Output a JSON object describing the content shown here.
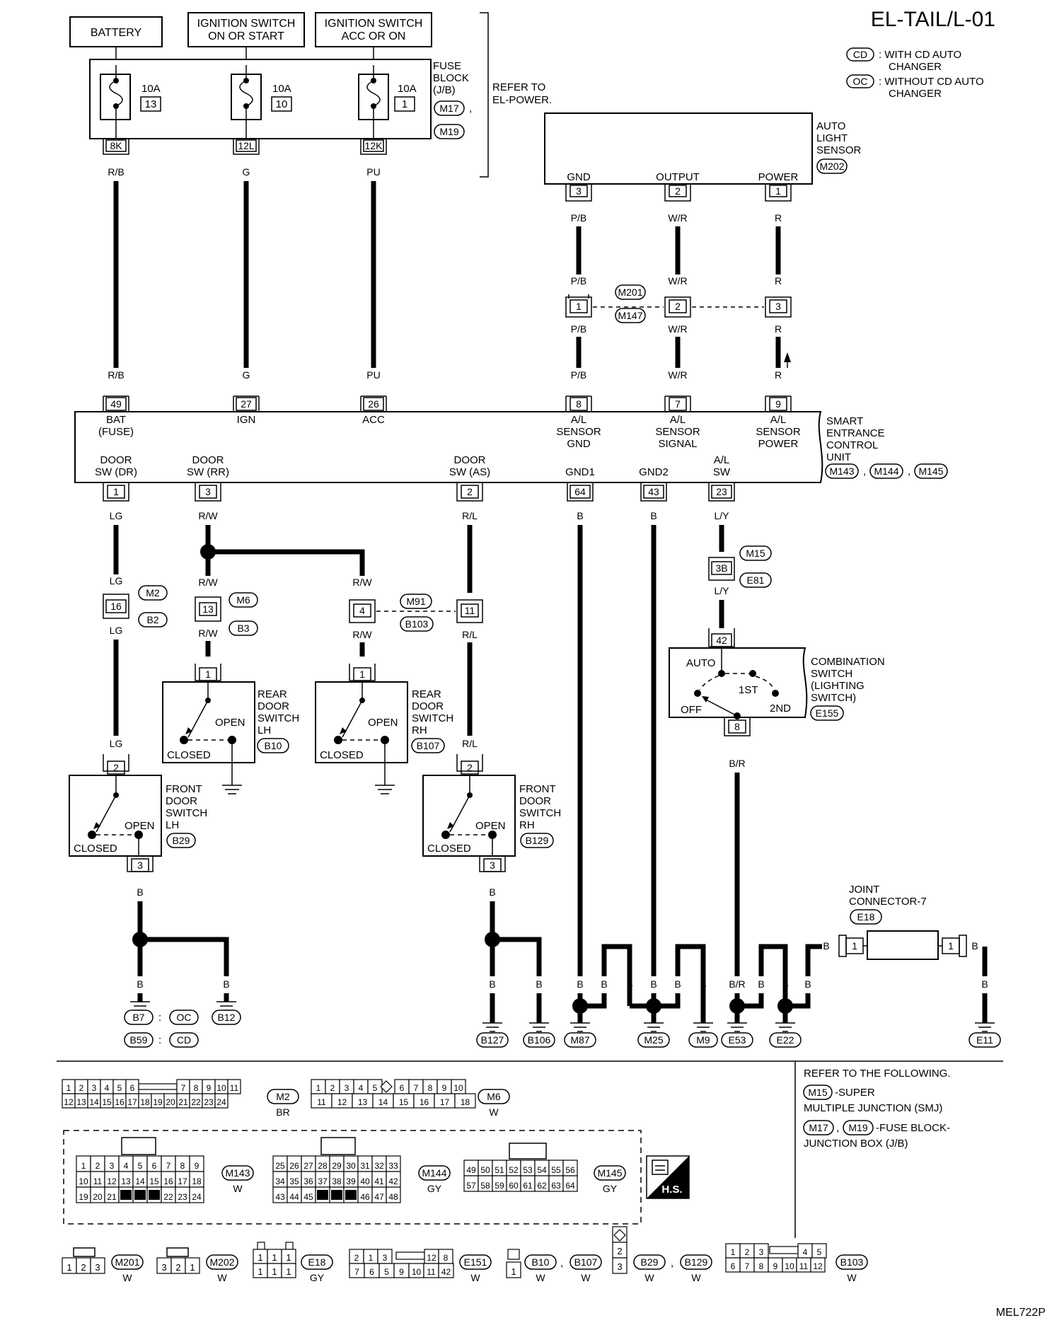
{
  "title": "EL-TAIL/L-01",
  "footer_code": "MEL722P",
  "legend": [
    {
      "code": "CD",
      "text1": ": WITH CD AUTO",
      "text2": "CHANGER"
    },
    {
      "code": "OC",
      "text1": ": WITHOUT CD AUTO",
      "text2": "CHANGER"
    }
  ],
  "power": {
    "battery": "BATTERY",
    "ign1": "IGNITION SWITCH",
    "ign2": "ON OR START",
    "acc1": "IGNITION SWITCH",
    "acc2": "ACC OR ON"
  },
  "fuse_block": {
    "l1": "FUSE",
    "l2": "BLOCK",
    "l3": "(J/B)",
    "conn1": "M17",
    "conn2": "M19",
    "refer1": "REFER TO",
    "refer2": "EL-POWER.",
    "fuses": [
      {
        "amp": "10A",
        "num": "13",
        "term": "8K",
        "wire": "R/B"
      },
      {
        "amp": "10A",
        "num": "10",
        "term": "12L",
        "wire": "G"
      },
      {
        "amp": "10A",
        "num": "1",
        "term": "12K",
        "wire": "PU"
      }
    ]
  },
  "auto_light_sensor": {
    "l1": "AUTO",
    "l2": "LIGHT",
    "l3": "SENSOR",
    "conn": "M202",
    "pins": [
      {
        "label": "GND",
        "num": "3",
        "wire": "P/B"
      },
      {
        "label": "OUTPUT",
        "num": "2",
        "wire": "W/R"
      },
      {
        "label": "POWER",
        "num": "1",
        "wire": "R"
      }
    ]
  },
  "mid_connector": {
    "c1": "M201",
    "c2": "M147",
    "pins": [
      {
        "num": "1",
        "wire": "P/B"
      },
      {
        "num": "2",
        "wire": "W/R"
      },
      {
        "num": "3",
        "wire": "R"
      }
    ]
  },
  "secu": {
    "l1": "SMART",
    "l2": "ENTRANCE",
    "l3": "CONTROL",
    "l4": "UNIT",
    "conn1": "M143",
    "conn2": "M144",
    "conn3": "M145",
    "top_pins": [
      {
        "num": "49",
        "wire": "R/B",
        "l1": "BAT",
        "l2": "(FUSE)",
        "l3": ""
      },
      {
        "num": "27",
        "wire": "G",
        "l1": "IGN",
        "l2": "",
        "l3": ""
      },
      {
        "num": "26",
        "wire": "PU",
        "l1": "ACC",
        "l2": "",
        "l3": ""
      },
      {
        "num": "8",
        "wire": "P/B",
        "l1": "A/L",
        "l2": "SENSOR",
        "l3": "GND"
      },
      {
        "num": "7",
        "wire": "W/R",
        "l1": "A/L",
        "l2": "SENSOR",
        "l3": "SIGNAL"
      },
      {
        "num": "9",
        "wire": "R",
        "l1": "A/L",
        "l2": "SENSOR",
        "l3": "POWER"
      }
    ],
    "bottom_pins": [
      {
        "num": "1",
        "wire": "LG",
        "l1": "DOOR",
        "l2": "SW (DR)"
      },
      {
        "num": "3",
        "wire": "R/W",
        "l1": "DOOR",
        "l2": "SW (RR)"
      },
      {
        "num": "2",
        "wire": "R/L",
        "l1": "DOOR",
        "l2": "SW (AS)"
      },
      {
        "num": "64",
        "wire": "B",
        "l1": "",
        "l2": "GND1"
      },
      {
        "num": "43",
        "wire": "B",
        "l1": "",
        "l2": "GND2"
      },
      {
        "num": "23",
        "wire": "L/Y",
        "l1": "A/L",
        "l2": "SW"
      }
    ]
  },
  "inline": {
    "m2": {
      "num": "16",
      "c1": "M2",
      "c2": "B2",
      "wire": "LG"
    },
    "m6": {
      "num": "13",
      "c1": "M6",
      "c2": "B3",
      "wire": "R/W"
    },
    "m91": {
      "num4": "4",
      "num11": "11",
      "c1": "M91",
      "c2": "B103",
      "wire_a": "R/W",
      "wire_b": "R/L"
    },
    "m15": {
      "num": "3B",
      "c1": "M15",
      "c2": "E81",
      "wire": "L/Y"
    }
  },
  "combo_switch": {
    "l1": "COMBINATION",
    "l2": "SWITCH",
    "l3": "(LIGHTING",
    "l4": "SWITCH)",
    "conn": "E155",
    "pin_top": "42",
    "pin_bottom": "8",
    "wire": "B/R",
    "auto": "AUTO",
    "first": "1ST",
    "off": "OFF",
    "second": "2ND"
  },
  "switches": [
    {
      "id": "rear-lh",
      "l1": "REAR",
      "l2": "DOOR",
      "l3": "SWITCH",
      "l4": "LH",
      "conn": "B10",
      "pin": "1",
      "open": "OPEN",
      "closed": "CLOSED"
    },
    {
      "id": "rear-rh",
      "l1": "REAR",
      "l2": "DOOR",
      "l3": "SWITCH",
      "l4": "RH",
      "conn": "B107",
      "pin": "1",
      "open": "OPEN",
      "closed": "CLOSED"
    },
    {
      "id": "front-lh",
      "l1": "FRONT",
      "l2": "DOOR",
      "l3": "SWITCH",
      "l4": "LH",
      "conn": "B29",
      "pin_top": "2",
      "pin_bottom": "3",
      "open": "OPEN",
      "closed": "CLOSED",
      "wire": "B"
    },
    {
      "id": "front-rh",
      "l1": "FRONT",
      "l2": "DOOR",
      "l3": "SWITCH",
      "l4": "RH",
      "conn": "B129",
      "pin_top": "2",
      "pin_bottom": "3",
      "open": "OPEN",
      "closed": "CLOSED",
      "wire": "B"
    }
  ],
  "joint": {
    "l1": "JOINT",
    "l2": "CONNECTOR-7",
    "conn": "E18",
    "pin_l": "1",
    "pin_r": "1",
    "wire": "B"
  },
  "grounds": {
    "b7": "B7",
    "oc": "OC",
    "b59": "B59",
    "cd": "CD",
    "b12": "B12",
    "b127": "B127",
    "b106": "B106",
    "m87": "M87",
    "m25": "M25",
    "m9": "M9",
    "e53": "E53",
    "e22": "E22",
    "e11": "E11",
    "w_b": "B",
    "w_br": "B/R",
    "colon": ":"
  },
  "refer_box": {
    "l1": "REFER TO THE FOLLOWING.",
    "c1": "M15",
    "t1": "-SUPER",
    "t2": "MULTIPLE JUNCTION (SMJ)",
    "c2": "M17",
    "c3": "M19",
    "t3": "-FUSE BLOCK-",
    "t4": "JUNCTION BOX (J/B)"
  },
  "connectors": {
    "m2": {
      "name": "M2",
      "color": "BR",
      "row1": [
        "1",
        "2",
        "3",
        "4",
        "5",
        "6",
        "",
        "7",
        "8",
        "9",
        "10",
        "11"
      ],
      "row2": [
        "12",
        "13",
        "14",
        "15",
        "16",
        "17",
        "18",
        "19",
        "20",
        "21",
        "22",
        "23",
        "24"
      ]
    },
    "m6": {
      "name": "M6",
      "color": "W",
      "row1": [
        "1",
        "2",
        "3",
        "4",
        "5",
        "",
        "6",
        "7",
        "8",
        "9",
        "10"
      ],
      "row2": [
        "11",
        "12",
        "13",
        "14",
        "15",
        "16",
        "17",
        "18"
      ]
    },
    "m143": {
      "name": "M143",
      "color": "W",
      "row1": [
        "1",
        "2",
        "3",
        "4",
        "5",
        "6",
        "7",
        "8",
        "9"
      ],
      "row2": [
        "10",
        "11",
        "12",
        "13",
        "14",
        "15",
        "16",
        "17",
        "18"
      ],
      "row3": [
        "19",
        "20",
        "21",
        "",
        "",
        "",
        "22",
        "23",
        "24"
      ]
    },
    "m144": {
      "name": "M144",
      "color": "GY",
      "row1": [
        "25",
        "26",
        "27",
        "28",
        "29",
        "30",
        "31",
        "32",
        "33"
      ],
      "row2": [
        "34",
        "35",
        "36",
        "37",
        "38",
        "39",
        "40",
        "41",
        "42"
      ],
      "row3": [
        "43",
        "44",
        "45",
        "",
        "",
        "",
        "46",
        "47",
        "48"
      ]
    },
    "m145": {
      "name": "M145",
      "color": "GY",
      "row1": [
        "49",
        "50",
        "51",
        "52",
        "53",
        "54",
        "55",
        "56"
      ],
      "row2": [
        "57",
        "58",
        "59",
        "60",
        "61",
        "62",
        "63",
        "64"
      ]
    },
    "hs": "H.S.",
    "m201": {
      "name": "M201",
      "color": "W",
      "pins": [
        "1",
        "2",
        "3"
      ]
    },
    "m202": {
      "name": "M202",
      "color": "W",
      "pins": [
        "3",
        "2",
        "1"
      ]
    },
    "e18": {
      "name": "E18",
      "color": "GY",
      "row1": [
        "1",
        "1",
        "1"
      ],
      "row2": [
        "1",
        "1",
        "1"
      ]
    },
    "e151": {
      "name": "E151",
      "color": "W",
      "row1": [
        "2",
        "1",
        "3",
        "",
        "12",
        "8"
      ],
      "row2": [
        "7",
        "6",
        "5",
        "9",
        "10",
        "11",
        "42"
      ]
    },
    "b10": {
      "name": "B10",
      "name2": "B107",
      "color": "W",
      "color2": "W",
      "pins": [
        "1"
      ]
    },
    "b29": {
      "name": "B29",
      "name2": "B129",
      "color": "W",
      "color2": "W",
      "pins": [
        "2",
        "3"
      ]
    },
    "b103": {
      "name": "B103",
      "color": "W",
      "row1": [
        "1",
        "2",
        "3",
        "",
        "4",
        "5"
      ],
      "row2": [
        "6",
        "7",
        "8",
        "9",
        "10",
        "11",
        "12"
      ]
    }
  }
}
